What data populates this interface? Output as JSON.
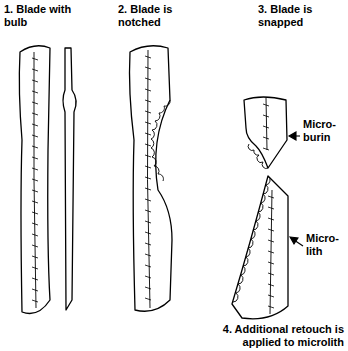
{
  "diagram": {
    "labels": [
      "1. Blade with bulb",
      "2. Blade is notched",
      "3. Blade is snapped",
      "Micro-burin",
      "Micro-lith",
      "4. Additional retouch is applied to microlith"
    ]
  }
}
